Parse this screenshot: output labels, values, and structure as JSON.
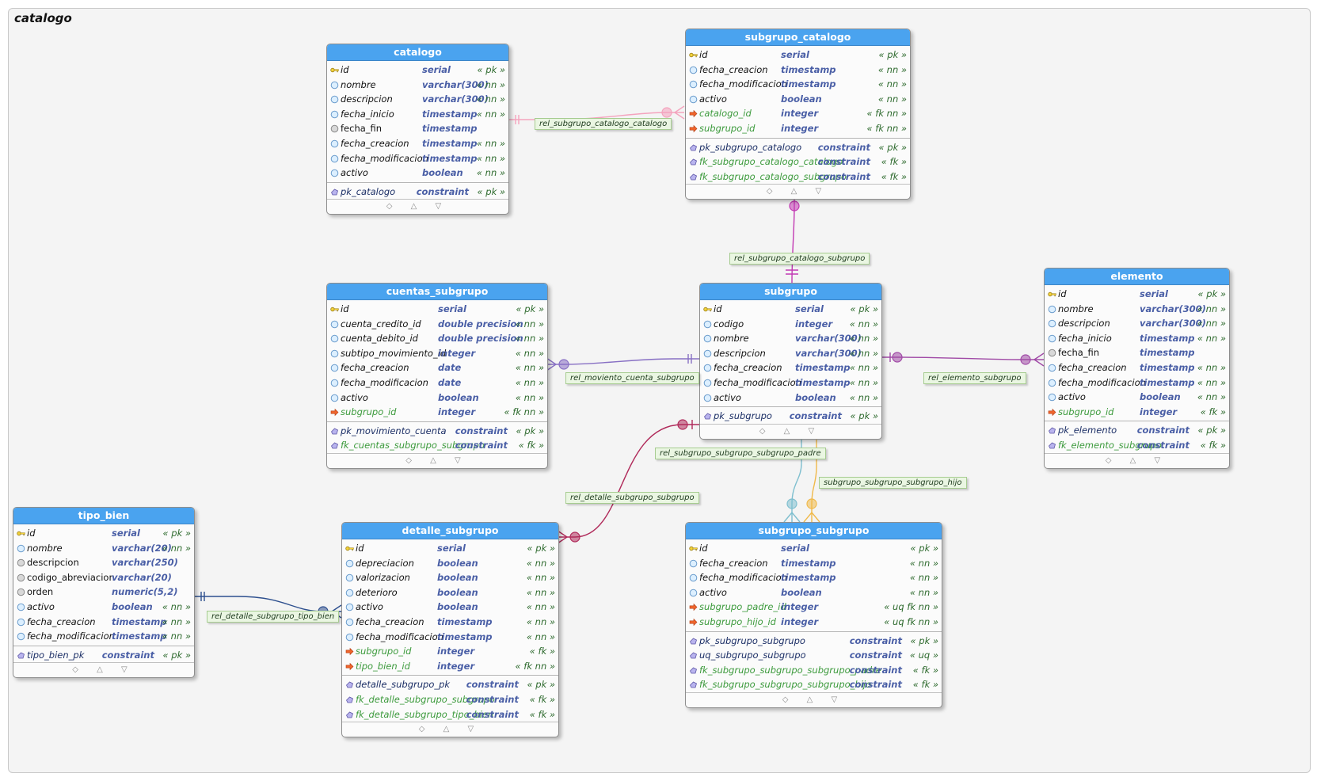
{
  "schema_title": "catalogo",
  "footer_glyphs": "◇ △ ▽",
  "colors": {
    "header": "#4aa3ef",
    "label_bg": "#eaf6e2",
    "type_text": "#4a5fa6",
    "flag_text": "#2f6b2f",
    "fk_text": "#3c9a3c"
  },
  "tables": [
    {
      "id": "catalogo",
      "name": "catalogo",
      "columns": [
        {
          "icon": "pk",
          "name": "id",
          "type": "serial",
          "flags": "« pk »"
        },
        {
          "icon": "nn",
          "name": "nombre",
          "type": "varchar(300)",
          "flags": "« nn »"
        },
        {
          "icon": "nn",
          "name": "descripcion",
          "type": "varchar(300)",
          "flags": "« nn »"
        },
        {
          "icon": "nn",
          "name": "fecha_inicio",
          "type": "timestamp",
          "flags": "« nn »"
        },
        {
          "icon": "null",
          "name": "fecha_fin",
          "type": "timestamp",
          "flags": ""
        },
        {
          "icon": "nn",
          "name": "fecha_creacion",
          "type": "timestamp",
          "flags": "« nn »"
        },
        {
          "icon": "nn",
          "name": "fecha_modificacion",
          "type": "timestamp",
          "flags": "« nn »"
        },
        {
          "icon": "nn",
          "name": "activo",
          "type": "boolean",
          "flags": "« nn »"
        }
      ],
      "constraints": [
        {
          "kind": "pk",
          "name": "pk_catalogo",
          "type": "constraint",
          "flags": "« pk »"
        }
      ]
    },
    {
      "id": "subgrupo_catalogo",
      "name": "subgrupo_catalogo",
      "columns": [
        {
          "icon": "pk",
          "name": "id",
          "type": "serial",
          "flags": "« pk »"
        },
        {
          "icon": "nn",
          "name": "fecha_creacion",
          "type": "timestamp",
          "flags": "« nn »"
        },
        {
          "icon": "nn",
          "name": "fecha_modificacion",
          "type": "timestamp",
          "flags": "« nn »"
        },
        {
          "icon": "nn",
          "name": "activo",
          "type": "boolean",
          "flags": "« nn »"
        },
        {
          "icon": "fk",
          "name": "catalogo_id",
          "type": "integer",
          "flags": "« fk nn »"
        },
        {
          "icon": "fk",
          "name": "subgrupo_id",
          "type": "integer",
          "flags": "« fk nn »"
        }
      ],
      "constraints": [
        {
          "kind": "pk",
          "name": "pk_subgrupo_catalogo",
          "type": "constraint",
          "flags": "« pk »"
        },
        {
          "kind": "fk",
          "name": "fk_subgrupo_catalogo_catalogo",
          "type": "constraint",
          "flags": "« fk »"
        },
        {
          "kind": "fk",
          "name": "fk_subgrupo_catalogo_subgrupo",
          "type": "constraint",
          "flags": "« fk »"
        }
      ]
    },
    {
      "id": "cuentas_subgrupo",
      "name": "cuentas_subgrupo",
      "columns": [
        {
          "icon": "pk",
          "name": "id",
          "type": "serial",
          "flags": "« pk »"
        },
        {
          "icon": "nn",
          "name": "cuenta_credito_id",
          "type": "double precision",
          "flags": "« nn »"
        },
        {
          "icon": "nn",
          "name": "cuenta_debito_id",
          "type": "double precision",
          "flags": "« nn »"
        },
        {
          "icon": "nn",
          "name": "subtipo_movimiento_id",
          "type": "integer",
          "flags": "« nn »"
        },
        {
          "icon": "nn",
          "name": "fecha_creacion",
          "type": "date",
          "flags": "« nn »"
        },
        {
          "icon": "nn",
          "name": "fecha_modificacion",
          "type": "date",
          "flags": "« nn »"
        },
        {
          "icon": "nn",
          "name": "activo",
          "type": "boolean",
          "flags": "« nn »"
        },
        {
          "icon": "fk",
          "name": "subgrupo_id",
          "type": "integer",
          "flags": "« fk nn »"
        }
      ],
      "constraints": [
        {
          "kind": "pk",
          "name": "pk_movimiento_cuenta",
          "type": "constraint",
          "flags": "« pk »"
        },
        {
          "kind": "fk",
          "name": "fk_cuentas_subgrupo_subgrupo",
          "type": "constraint",
          "flags": "« fk »"
        }
      ]
    },
    {
      "id": "subgrupo",
      "name": "subgrupo",
      "columns": [
        {
          "icon": "pk",
          "name": "id",
          "type": "serial",
          "flags": "« pk »"
        },
        {
          "icon": "nn",
          "name": "codigo",
          "type": "integer",
          "flags": "« nn »"
        },
        {
          "icon": "nn",
          "name": "nombre",
          "type": "varchar(300)",
          "flags": "« nn »"
        },
        {
          "icon": "nn",
          "name": "descripcion",
          "type": "varchar(300)",
          "flags": "« nn »"
        },
        {
          "icon": "nn",
          "name": "fecha_creacion",
          "type": "timestamp",
          "flags": "« nn »"
        },
        {
          "icon": "nn",
          "name": "fecha_modificacion",
          "type": "timestamp",
          "flags": "« nn »"
        },
        {
          "icon": "nn",
          "name": "activo",
          "type": "boolean",
          "flags": "« nn »"
        }
      ],
      "constraints": [
        {
          "kind": "pk",
          "name": "pk_subgrupo",
          "type": "constraint",
          "flags": "« pk »"
        }
      ]
    },
    {
      "id": "elemento",
      "name": "elemento",
      "columns": [
        {
          "icon": "pk",
          "name": "id",
          "type": "serial",
          "flags": "« pk »"
        },
        {
          "icon": "nn",
          "name": "nombre",
          "type": "varchar(300)",
          "flags": "« nn »"
        },
        {
          "icon": "nn",
          "name": "descripcion",
          "type": "varchar(300)",
          "flags": "« nn »"
        },
        {
          "icon": "nn",
          "name": "fecha_inicio",
          "type": "timestamp",
          "flags": "« nn »"
        },
        {
          "icon": "null",
          "name": "fecha_fin",
          "type": "timestamp",
          "flags": ""
        },
        {
          "icon": "nn",
          "name": "fecha_creacion",
          "type": "timestamp",
          "flags": "« nn »"
        },
        {
          "icon": "nn",
          "name": "fecha_modificacion",
          "type": "timestamp",
          "flags": "« nn »"
        },
        {
          "icon": "nn",
          "name": "activo",
          "type": "boolean",
          "flags": "« nn »"
        },
        {
          "icon": "fk",
          "name": "subgrupo_id",
          "type": "integer",
          "flags": "« fk »"
        }
      ],
      "constraints": [
        {
          "kind": "pk",
          "name": "pk_elemento",
          "type": "constraint",
          "flags": "« pk »"
        },
        {
          "kind": "fk",
          "name": "fk_elemento_subgrupo",
          "type": "constraint",
          "flags": "« fk »"
        }
      ]
    },
    {
      "id": "tipo_bien",
      "name": "tipo_bien",
      "columns": [
        {
          "icon": "pk",
          "name": "id",
          "type": "serial",
          "flags": "« pk »"
        },
        {
          "icon": "nn",
          "name": "nombre",
          "type": "varchar(20)",
          "flags": "« nn »"
        },
        {
          "icon": "null",
          "name": "descripcion",
          "type": "varchar(250)",
          "flags": ""
        },
        {
          "icon": "null",
          "name": "codigo_abreviacion",
          "type": "varchar(20)",
          "flags": ""
        },
        {
          "icon": "null",
          "name": "orden",
          "type": "numeric(5,2)",
          "flags": ""
        },
        {
          "icon": "nn",
          "name": "activo",
          "type": "boolean",
          "flags": "« nn »"
        },
        {
          "icon": "nn",
          "name": "fecha_creacion",
          "type": "timestamp",
          "flags": "« nn »"
        },
        {
          "icon": "nn",
          "name": "fecha_modificacion",
          "type": "timestamp",
          "flags": "« nn »"
        }
      ],
      "constraints": [
        {
          "kind": "pk",
          "name": "tipo_bien_pk",
          "type": "constraint",
          "flags": "« pk »"
        }
      ]
    },
    {
      "id": "detalle_subgrupo",
      "name": "detalle_subgrupo",
      "columns": [
        {
          "icon": "pk",
          "name": "id",
          "type": "serial",
          "flags": "« pk »"
        },
        {
          "icon": "nn",
          "name": "depreciacion",
          "type": "boolean",
          "flags": "« nn »"
        },
        {
          "icon": "nn",
          "name": "valorizacion",
          "type": "boolean",
          "flags": "« nn »"
        },
        {
          "icon": "nn",
          "name": "deterioro",
          "type": "boolean",
          "flags": "« nn »"
        },
        {
          "icon": "nn",
          "name": "activo",
          "type": "boolean",
          "flags": "« nn »"
        },
        {
          "icon": "nn",
          "name": "fecha_creacion",
          "type": "timestamp",
          "flags": "« nn »"
        },
        {
          "icon": "nn",
          "name": "fecha_modificacion",
          "type": "timestamp",
          "flags": "« nn »"
        },
        {
          "icon": "fk",
          "name": "subgrupo_id",
          "type": "integer",
          "flags": "« fk »"
        },
        {
          "icon": "fk",
          "name": "tipo_bien_id",
          "type": "integer",
          "flags": "« fk nn »"
        }
      ],
      "constraints": [
        {
          "kind": "pk",
          "name": "detalle_subgrupo_pk",
          "type": "constraint",
          "flags": "« pk »"
        },
        {
          "kind": "fk",
          "name": "fk_detalle_subgrupo_subgrupo",
          "type": "constraint",
          "flags": "« fk »"
        },
        {
          "kind": "fk",
          "name": "fk_detalle_subgrupo_tipo_bien",
          "type": "constraint",
          "flags": "« fk »"
        }
      ]
    },
    {
      "id": "subgrupo_subgrupo",
      "name": "subgrupo_subgrupo",
      "columns": [
        {
          "icon": "pk",
          "name": "id",
          "type": "serial",
          "flags": "« pk »"
        },
        {
          "icon": "nn",
          "name": "fecha_creacion",
          "type": "timestamp",
          "flags": "« nn »"
        },
        {
          "icon": "nn",
          "name": "fecha_modificacion",
          "type": "timestamp",
          "flags": "« nn »"
        },
        {
          "icon": "nn",
          "name": "activo",
          "type": "boolean",
          "flags": "« nn »"
        },
        {
          "icon": "fk",
          "name": "subgrupo_padre_id",
          "type": "integer",
          "flags": "« uq fk nn »"
        },
        {
          "icon": "fk",
          "name": "subgrupo_hijo_id",
          "type": "integer",
          "flags": "« uq fk nn »"
        }
      ],
      "constraints": [
        {
          "kind": "pk",
          "name": "pk_subgrupo_subgrupo",
          "type": "constraint",
          "flags": "« pk »"
        },
        {
          "kind": "uq",
          "name": "uq_subgrupo_subgrupo",
          "type": "constraint",
          "flags": "« uq »"
        },
        {
          "kind": "fk",
          "name": "fk_subgrupo_subgrupo_subgrupo_padre",
          "type": "constraint",
          "flags": "« fk »"
        },
        {
          "kind": "fk",
          "name": "fk_subgrupo_subgrupo_subgrupo_hijo",
          "type": "constraint",
          "flags": "« fk »"
        }
      ]
    }
  ],
  "relationships": [
    {
      "id": "r1",
      "name": "rel_subgrupo_catalogo_catalogo",
      "from": "subgrupo_catalogo",
      "to": "catalogo",
      "color": "#f4a3bd"
    },
    {
      "id": "r2",
      "name": "rel_subgrupo_catalogo_subgrupo",
      "from": "subgrupo_catalogo",
      "to": "subgrupo",
      "color": "#c239b3"
    },
    {
      "id": "r3",
      "name": "rel_moviento_cuenta_subgrupo",
      "from": "cuentas_subgrupo",
      "to": "subgrupo",
      "color": "#8870c4"
    },
    {
      "id": "r4",
      "name": "rel_elemento_subgrupo",
      "from": "elemento",
      "to": "subgrupo",
      "color": "#a04aa6"
    },
    {
      "id": "r5",
      "name": "rel_subgrupo_subgrupo_subgrupo_padre",
      "from": "subgrupo_subgrupo",
      "to": "subgrupo",
      "color": "#7fbfcf"
    },
    {
      "id": "r6",
      "name": "subgrupo_subgrupo_subgrupo_hijo",
      "from": "subgrupo_subgrupo",
      "to": "subgrupo",
      "color": "#f0b94a"
    },
    {
      "id": "r7",
      "name": "rel_detalle_subgrupo_subgrupo",
      "from": "detalle_subgrupo",
      "to": "subgrupo",
      "color": "#b02a5a"
    },
    {
      "id": "r8",
      "name": "rel_detalle_subgrupo_tipo_bien",
      "from": "detalle_subgrupo",
      "to": "tipo_bien",
      "color": "#2d4f8e"
    }
  ]
}
